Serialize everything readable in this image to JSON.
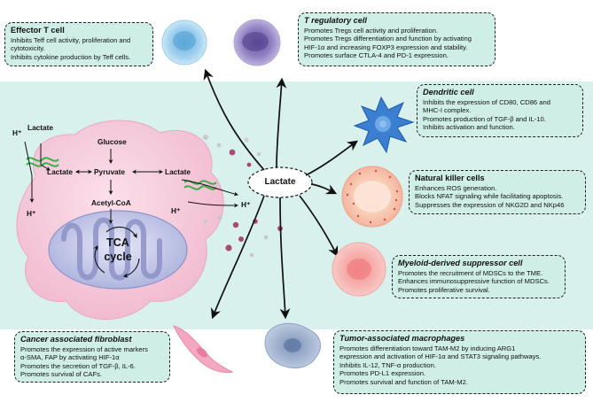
{
  "metabolism": {
    "lactate_center": "Lactate",
    "lactate_left": "Lactate",
    "lactate_right": "Lactate",
    "lactate_top": "Lactate",
    "glucose": "Glucose",
    "pyruvate": "Pyruvate",
    "acetyl_coa": "Acetyl-CoA",
    "tca": "TCA",
    "cycle": "cycle",
    "h_plus": "H⁺"
  },
  "boxes": {
    "effector_t": {
      "title": "Effector T cell",
      "lines": [
        "Inhibits Teff cell activity, proliferation and",
        "cytotoxicity.",
        "Inhibits cytokine production by Teff cells."
      ]
    },
    "treg": {
      "title": "T regulatory cell",
      "lines": [
        "Promotes Tregs cell activity and proliferation.",
        "Promotes Tregs differentiation and function by activating",
        "HIF-1α and increasing FOXP3 expression and stability.",
        "Promotes surface CTLA-4 and PD-1 expression."
      ]
    },
    "dendritic": {
      "title": "Dendritic cell",
      "lines": [
        "Inhibits the expression of CD80, CD86 and",
        "MHC-I complex.",
        "Promotes production of TGF-β and IL-10.",
        "Inhibits activation and function."
      ]
    },
    "nk": {
      "title": "Natural killer cells",
      "lines": [
        "Enhances ROS generation.",
        "Blocks NFAT signaling while facilitating apoptosis.",
        "Suppresses the expression of  NKG2D and NKp46"
      ]
    },
    "mdsc": {
      "title": "Myeloid-derived suppressor cell",
      "lines": [
        "Promotes the recruitment of MDSCs to the TME.",
        "Enhances immunosuppressive function of MDSCs.",
        "Promotes proliferative survival."
      ]
    },
    "caf": {
      "title": "Cancer associated fibroblast",
      "lines": [
        "Promotes the expression of active markers",
        "α-SMA, FAP by activating HIF-1α",
        "Promotes the secretion of TGF-β, IL-6.",
        "Promotes survival of CAFs."
      ]
    },
    "tam": {
      "title": "Tumor-associated macrophages",
      "lines": [
        "Promotes differentiation toward TAM-M2 by inducing ARG1",
        "expression and activation of HIF-1α and STAT3 signaling pathways.",
        "Inhibits IL-12, TNF-α production.",
        "Promotes PD-L1 expression.",
        "Promotes survival and function of TAM-M2."
      ]
    }
  },
  "colors": {
    "box_fill": "#cfeee6",
    "background": "#d9f1ec",
    "tumor_cell": "#f3c4d6",
    "mitochondria": "#c4c8e6",
    "arrow": "#111111"
  }
}
